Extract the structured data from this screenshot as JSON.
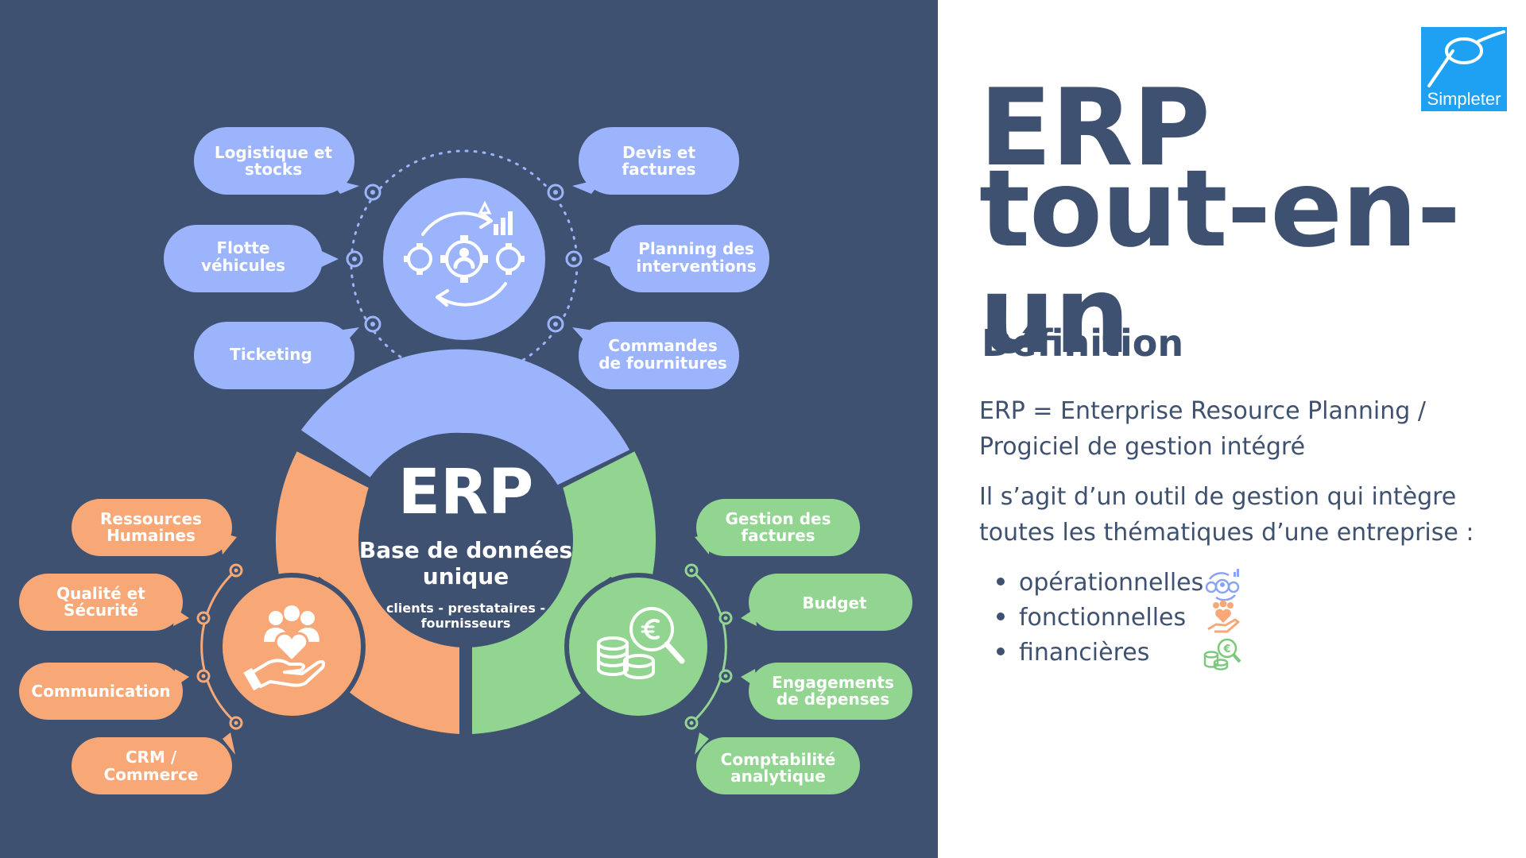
{
  "colors": {
    "navy": "#3f5170",
    "blue": "#9cb4fb",
    "orange": "#f8a877",
    "green": "#91d591",
    "white": "#ffffff",
    "logo_blue": "#1ea1f3"
  },
  "center": {
    "title": "ERP",
    "subtitle_line1": "Base de données",
    "subtitle_line2": "unique",
    "caption_line1": "clients - prestataires -",
    "caption_line2": "fournisseurs"
  },
  "bubbles": [
    {
      "line1": "Logistique et",
      "line2": "stocks",
      "group": "blue"
    },
    {
      "line1": "Flotte",
      "line2": "véhicules",
      "group": "blue"
    },
    {
      "line1": "Ticketing",
      "line2": "",
      "group": "blue"
    },
    {
      "line1": "Devis et",
      "line2": "factures",
      "group": "blue"
    },
    {
      "line1": "Planning des",
      "line2": "interventions",
      "group": "blue"
    },
    {
      "line1": "Commandes",
      "line2": "de fournitures",
      "group": "blue"
    },
    {
      "line1": "Ressources",
      "line2": "Humaines",
      "group": "orange"
    },
    {
      "line1": "Qualité et",
      "line2": "Sécurité",
      "group": "orange"
    },
    {
      "line1": "Communication",
      "line2": "",
      "group": "orange"
    },
    {
      "line1": "CRM /",
      "line2": "Commerce",
      "group": "orange"
    },
    {
      "line1": "Gestion des",
      "line2": "factures",
      "group": "green"
    },
    {
      "line1": "Budget",
      "line2": "",
      "group": "green"
    },
    {
      "line1": "Engagements",
      "line2": "de dépenses",
      "group": "green"
    },
    {
      "line1": "Comptabilité",
      "line2": "analytique",
      "group": "green"
    }
  ],
  "icons": {
    "operational": "gears-user-chart-icon",
    "functional": "hand-heart-people-icon",
    "financial": "coins-euro-magnifier-icon"
  },
  "right": {
    "title_line1": "ERP",
    "title_line2": "tout-en-un",
    "definition_title": "Définition",
    "definition_line1": "ERP = Enterprise Resource Planning /",
    "definition_line2": "Progiciel de gestion intégré",
    "body_line1": "Il s’agit d’un outil de gestion qui intègre",
    "body_line2": "toutes les thématiques d’une entreprise :",
    "bullets": [
      "opérationnelles",
      "fonctionnelles",
      "financières"
    ]
  },
  "logo": {
    "text": "Simpleter"
  }
}
